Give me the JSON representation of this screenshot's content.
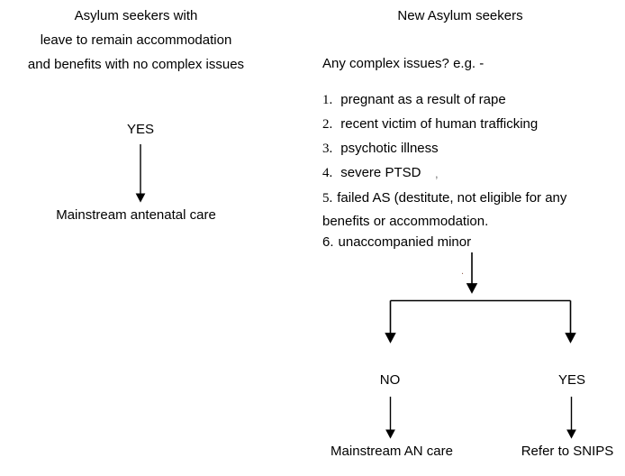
{
  "diagram": {
    "title": "Asylum seekers antenatal care pathway flowchart",
    "ink_color": "#000000",
    "background_color": "#ffffff"
  },
  "left_branch": {
    "heading_line1": "Asylum seekers with",
    "heading_line2": "leave to remain accommodation",
    "heading_line3": "and benefits with no complex issues",
    "decision_label": "YES",
    "outcome": "Mainstream antenatal care"
  },
  "right_branch": {
    "heading": "New Asylum seekers",
    "question": "Any complex issues? e.g. -",
    "items": [
      {
        "number": "1.",
        "text": "pregnant as a result of rape"
      },
      {
        "number": "2.",
        "text": "recent victim of human trafficking"
      },
      {
        "number": "3.",
        "text": "psychotic illness"
      },
      {
        "number": "4.",
        "text": "severe PTSD"
      },
      {
        "number": "5.",
        "text": "failed AS (destitute, not eligible for any"
      },
      {
        "number": "",
        "text": "benefits or accommodation."
      },
      {
        "number": "6.",
        "text": "unaccompanied minor"
      }
    ],
    "branch_no_label": "NO",
    "branch_yes_label": "YES",
    "outcome_no": "Mainstream AN care",
    "outcome_yes": "Refer to SNIPS"
  },
  "artifacts": {
    "ptsd_mark": ",",
    "stray_dot": "."
  }
}
